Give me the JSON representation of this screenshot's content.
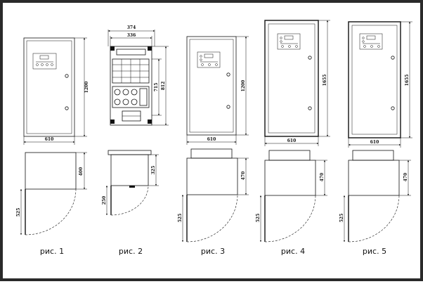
{
  "figures": [
    {
      "caption": "рис. 1",
      "dims": {
        "front_width": "610",
        "front_height": "1200",
        "side_depth": "400",
        "door_swing": "525"
      }
    },
    {
      "caption": "рис. 2",
      "dims": {
        "outer_width": "374",
        "inner_width": "336",
        "height_outer": "812",
        "height_inner": "715",
        "side_depth": "325",
        "door_swing": "250"
      }
    },
    {
      "caption": "рис. 3",
      "dims": {
        "front_width": "610",
        "front_height": "1200",
        "side_depth": "470",
        "door_swing": "525"
      }
    },
    {
      "caption": "рис. 4",
      "dims": {
        "front_width": "610",
        "front_height": "1655",
        "side_depth": "470",
        "door_swing": "525"
      }
    },
    {
      "caption": "рис. 5",
      "dims": {
        "front_width": "610",
        "front_height": "1655",
        "side_depth": "470",
        "door_swing": "525"
      }
    }
  ]
}
